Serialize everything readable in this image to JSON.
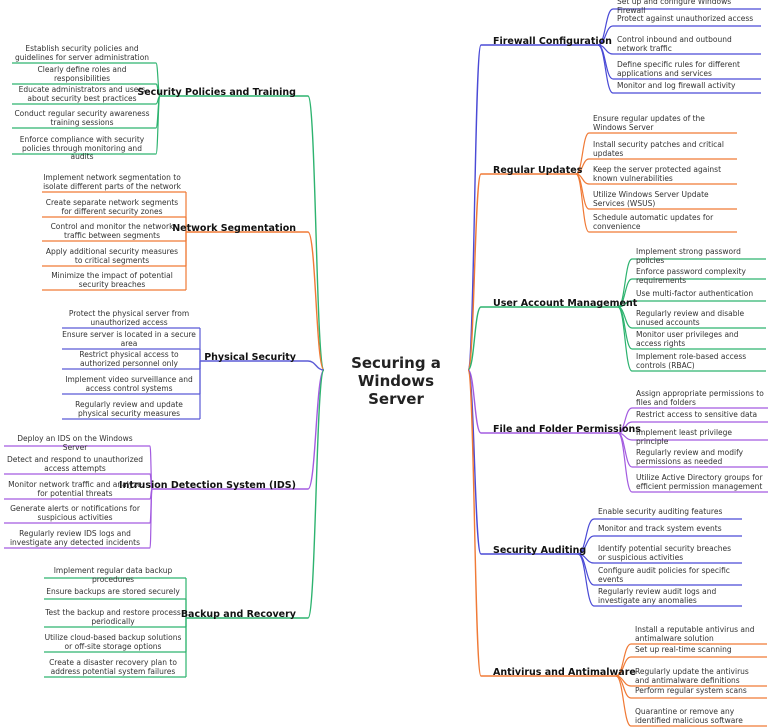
{
  "center": {
    "title_line1": "Securing a",
    "title_line2": "Windows Server"
  },
  "branches": [
    {
      "side": "left",
      "color": "#2db36f",
      "label": "Security Policies and Training",
      "items": [
        "Establish security policies and guidelines for server administration",
        "Clearly define roles and responsibilities",
        "Educate administrators and users about security best practices",
        "Conduct regular security awareness training sessions",
        "Enforce compliance with security policies through monitoring and audits"
      ]
    },
    {
      "side": "left",
      "color": "#f07a36",
      "label": "Network Segmentation",
      "items": [
        "Implement network segmentation to isolate different parts of the network",
        "Create separate network segments for different security zones",
        "Control and monitor the network traffic between segments",
        "Apply additional security measures to critical segments",
        "Minimize the impact of potential security breaches"
      ]
    },
    {
      "side": "left",
      "color": "#5b5bd6",
      "label": "Physical Security",
      "items": [
        "Protect the physical server from unauthorized access",
        "Ensure server is located in a secure area",
        "Restrict physical access to authorized personnel only",
        "Implement video surveillance and access control systems",
        "Regularly review and update physical security measures"
      ]
    },
    {
      "side": "left",
      "color": "#a35be0",
      "label": "Intrusion Detection System (IDS)",
      "items": [
        "Deploy an IDS on the Windows Server",
        "Detect and respond to unauthorized access attempts",
        "Monitor network traffic and analyze for potential threats",
        "Generate alerts or notifications for suspicious activities",
        "Regularly review IDS logs and investigate any detected incidents"
      ]
    },
    {
      "side": "left",
      "color": "#2db36f",
      "label": "Backup and Recovery",
      "items": [
        "Implement regular data backup procedures",
        "Ensure backups are stored securely",
        "Test the backup and restore process periodically",
        "Utilize cloud-based backup solutions or off-site storage options",
        "Create a disaster recovery plan to address potential system failures"
      ]
    },
    {
      "side": "right",
      "color": "#4a4ad6",
      "label": "Firewall Configuration",
      "items": [
        "Set up and configure Windows Firewall",
        "Protect against unauthorized access",
        "Control inbound and outbound network traffic",
        "Define specific rules for different applications and services",
        "Monitor and log firewall activity"
      ]
    },
    {
      "side": "right",
      "color": "#f07a36",
      "label": "Regular Updates",
      "items": [
        "Ensure regular updates of the Windows Server",
        "Install security patches and critical updates",
        "Keep the server protected against known vulnerabilities",
        "Utilize Windows Server Update Services (WSUS)",
        "Schedule automatic updates for convenience"
      ]
    },
    {
      "side": "right",
      "color": "#2db36f",
      "label": "User Account Management",
      "items": [
        "Implement strong password policies",
        "Enforce password complexity requirements",
        "Use multi-factor authentication",
        "Regularly review and disable unused accounts",
        "Monitor user privileges and access rights",
        "Implement role-based access controls (RBAC)"
      ]
    },
    {
      "side": "right",
      "color": "#a35be0",
      "label": "File and Folder Permissions",
      "items": [
        "Assign appropriate permissions to files and folders",
        "Restrict access to sensitive data",
        "Implement least privilege principle",
        "Regularly review and modify permissions as needed",
        "Utilize Active Directory groups for efficient permission management"
      ]
    },
    {
      "side": "right",
      "color": "#4a4ad6",
      "label": "Security Auditing",
      "items": [
        "Enable security auditing features",
        "Monitor and track system events",
        "Identify potential security breaches or suspicious activities",
        "Configure audit policies for specific events",
        "Regularly review audit logs and investigate any anomalies"
      ]
    },
    {
      "side": "right",
      "color": "#f07a36",
      "label": "Antivirus and Antimalware",
      "items": [
        "Install a reputable antivirus and antimalware solution",
        "Set up real-time scanning",
        "Regularly update the antivirus and antimalware definitions",
        "Perform regular system scans",
        "Quarantine or remove any identified malicious software"
      ]
    }
  ]
}
